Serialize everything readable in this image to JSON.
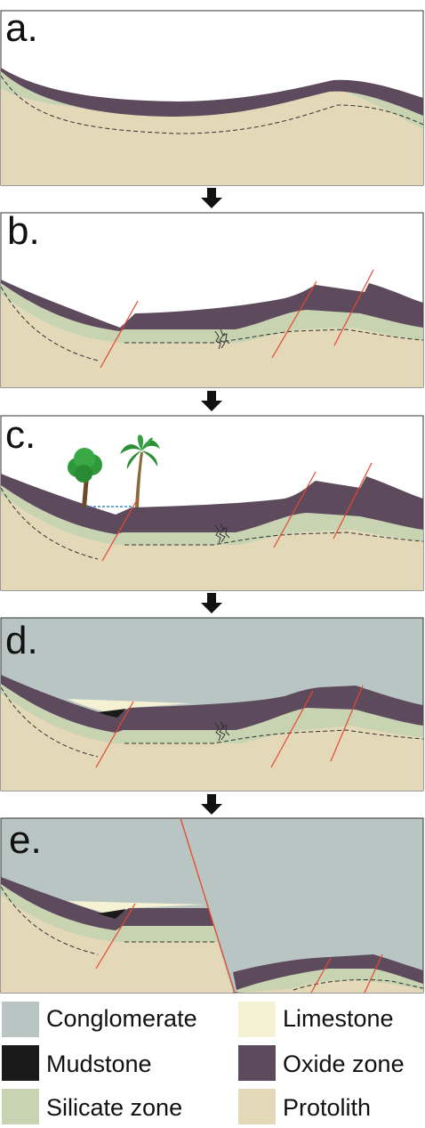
{
  "panels": [
    {
      "label": "a."
    },
    {
      "label": "b."
    },
    {
      "label": "c."
    },
    {
      "label": "d."
    },
    {
      "label": "e."
    }
  ],
  "legend": [
    {
      "label": "Conglomerate",
      "color": "#b8c5c3"
    },
    {
      "label": "Limestone",
      "color": "#f4f2d2"
    },
    {
      "label": "Mudstone",
      "color": "#1a1a1a"
    },
    {
      "label": "Oxide zone",
      "color": "#5e4a5d"
    },
    {
      "label": "Silicate zone",
      "color": "#c8d3b2"
    },
    {
      "label": "Protolith",
      "color": "#e3d8b8"
    }
  ],
  "colors": {
    "protolith": "#e3d8b8",
    "silicate": "#c8d3b2",
    "oxide": "#5e4a5d",
    "conglomerate": "#b8c5c3",
    "limestone": "#f4f2d2",
    "mudstone": "#1a1a1a",
    "fault": "#e8472e",
    "arrow": "#111111"
  }
}
